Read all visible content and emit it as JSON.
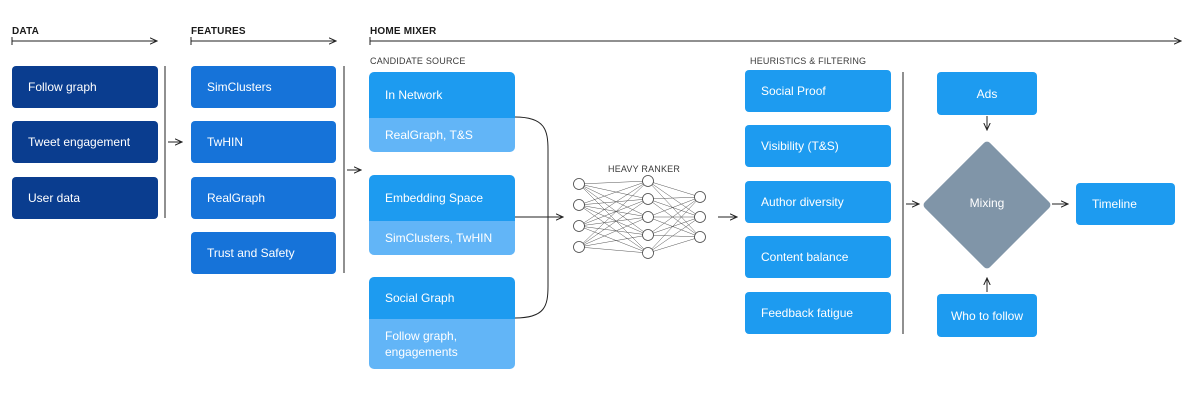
{
  "sections": {
    "data": "DATA",
    "features": "FEATURES",
    "home_mixer": "HOME MIXER",
    "candidate_source": "CANDIDATE SOURCE",
    "heuristics": "HEURISTICS & FILTERING",
    "heavy_ranker": "HEAVY RANKER"
  },
  "data_items": [
    "Follow graph",
    "Tweet engagement",
    "User data"
  ],
  "feature_items": [
    "SimClusters",
    "TwHIN",
    "RealGraph",
    "Trust and Safety"
  ],
  "candidates": [
    {
      "title": "In Network",
      "detail": "RealGraph, T&S"
    },
    {
      "title": "Embedding Space",
      "detail": "SimClusters, TwHIN"
    },
    {
      "title": "Social Graph",
      "detail": "Follow graph,\nengagements"
    }
  ],
  "filters": [
    "Social Proof",
    "Visibility (T&S)",
    "Author diversity",
    "Content balance",
    "Feedback fatigue"
  ],
  "mixer": {
    "ads": "Ads",
    "mixing": "Mixing",
    "who_to_follow": "Who to follow",
    "timeline": "Timeline"
  },
  "colors": {
    "dark": "#0a3d8f",
    "mid": "#1673d9",
    "bright": "#1d9bf0",
    "light": "#62b5f7",
    "diamond": "#8095a8"
  }
}
